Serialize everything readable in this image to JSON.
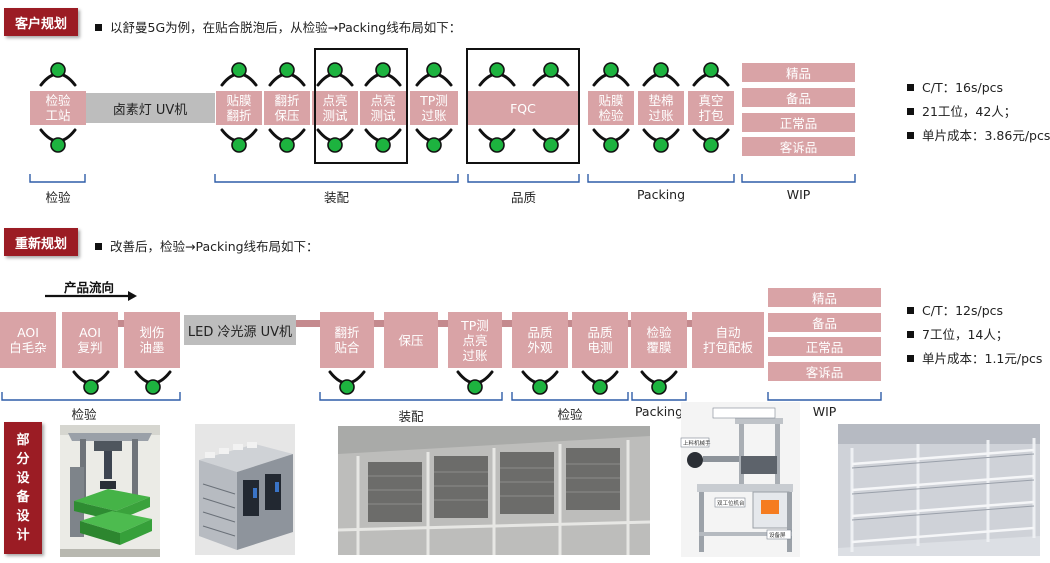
{
  "section1": {
    "tag": "客户规划",
    "intro": "以舒曼5G为例，在贴合脱泡后，从检验→Packing线布局如下：",
    "stations": [
      {
        "label": "检验\n工站"
      },
      {
        "label": "贴膜\n翻折"
      },
      {
        "label": "翻折\n保压"
      },
      {
        "label": "点亮\n测试"
      },
      {
        "label": "点亮\n测试"
      },
      {
        "label": "TP测\n过账"
      },
      {
        "label": "FQC"
      },
      {
        "label": "贴膜\n检验"
      },
      {
        "label": "垫棉\n过账"
      },
      {
        "label": "真空\n打包"
      }
    ],
    "conveyor": "卤素灯 UV机",
    "wip": [
      "精品",
      "备品",
      "正常品",
      "客诉品"
    ],
    "groups": [
      "检验",
      "装配",
      "品质",
      "Packing",
      "WIP"
    ],
    "stats": [
      "C/T：16s/pcs",
      "21工位，42人；",
      "单片成本：3.86元/pcs"
    ]
  },
  "section2": {
    "tag": "重新规划",
    "intro": "改善后，检验→Packing线布局如下：",
    "flow_label": "产品流向",
    "stations": [
      {
        "label": "AOI\n白毛杂"
      },
      {
        "label": "AOI\n复判"
      },
      {
        "label": "划伤\n油墨"
      },
      {
        "label": "翻折\n贴合"
      },
      {
        "label": "保压"
      },
      {
        "label": "TP测\n点亮\n过账"
      },
      {
        "label": "品质\n外观"
      },
      {
        "label": "品质\n电测"
      },
      {
        "label": "检验\n覆膜"
      },
      {
        "label": "自动\n打包配板"
      }
    ],
    "conveyor": "LED 冷光源 UV机",
    "wip": [
      "精品",
      "备品",
      "正常品",
      "客诉品"
    ],
    "groups": [
      "检验",
      "装配",
      "检验",
      "Packing",
      "WIP"
    ],
    "stats": [
      "C/T：12s/pcs",
      "7工位，14人；",
      "单片成本：1.1元/pcs"
    ]
  },
  "section3": {
    "tag": "部\n分\n设\n备\n设\n计",
    "callouts": [
      "上料机械手",
      "双工位机台",
      "设备屏"
    ]
  },
  "colors": {
    "brand": "#9b1c24",
    "station": "#d9a3a6",
    "operator": "#1db33f",
    "bracket": "#2f5da8"
  }
}
